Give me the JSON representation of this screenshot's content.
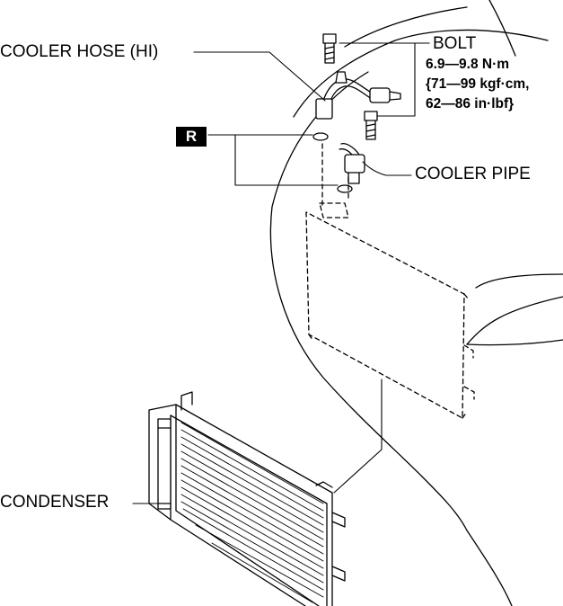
{
  "labels": {
    "cooler_hose": "COOLER HOSE (HI)",
    "bolt": "BOLT",
    "torque_line1": "6.9—9.8 N·m",
    "torque_line2": "{71—99 kgf·cm,",
    "torque_line3": "62—86 in·lbf}",
    "cooler_pipe": "COOLER PIPE",
    "condenser": "CONDENSER",
    "replace_badge": "R"
  }
}
